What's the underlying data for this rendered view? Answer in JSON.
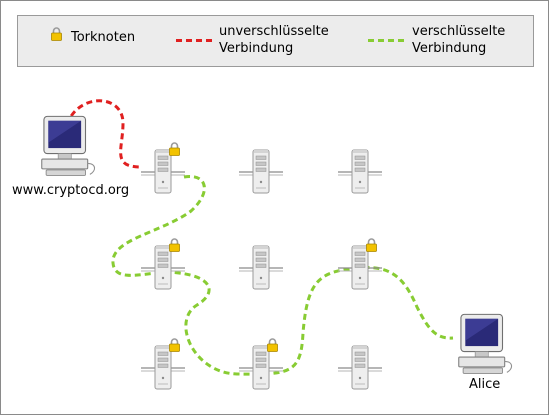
{
  "legend": {
    "tor_node_label": "Torknoten",
    "unencrypted_label": "unverschlüsselte\nVerbindung",
    "encrypted_label": "verschlüsselte\nVerbindung"
  },
  "colors": {
    "unencrypted": "#e02020",
    "encrypted": "#88cc33",
    "lock": "#f2c200"
  },
  "endpoints": {
    "server_label": "www.cryptocd.org",
    "client_label": "Alice"
  },
  "icons": {
    "lock": "lock-icon",
    "server": "server-icon",
    "computer": "computer-icon"
  },
  "tor_nodes": [
    {
      "id": "n11",
      "locked": true
    },
    {
      "id": "n12",
      "locked": false
    },
    {
      "id": "n13",
      "locked": false
    },
    {
      "id": "n21",
      "locked": true
    },
    {
      "id": "n22",
      "locked": false
    },
    {
      "id": "n23",
      "locked": true
    },
    {
      "id": "n31",
      "locked": true
    },
    {
      "id": "n32",
      "locked": true
    },
    {
      "id": "n33",
      "locked": false
    }
  ],
  "route": [
    "server",
    "n11",
    "n21",
    "n31",
    "n32",
    "n23",
    "client"
  ]
}
